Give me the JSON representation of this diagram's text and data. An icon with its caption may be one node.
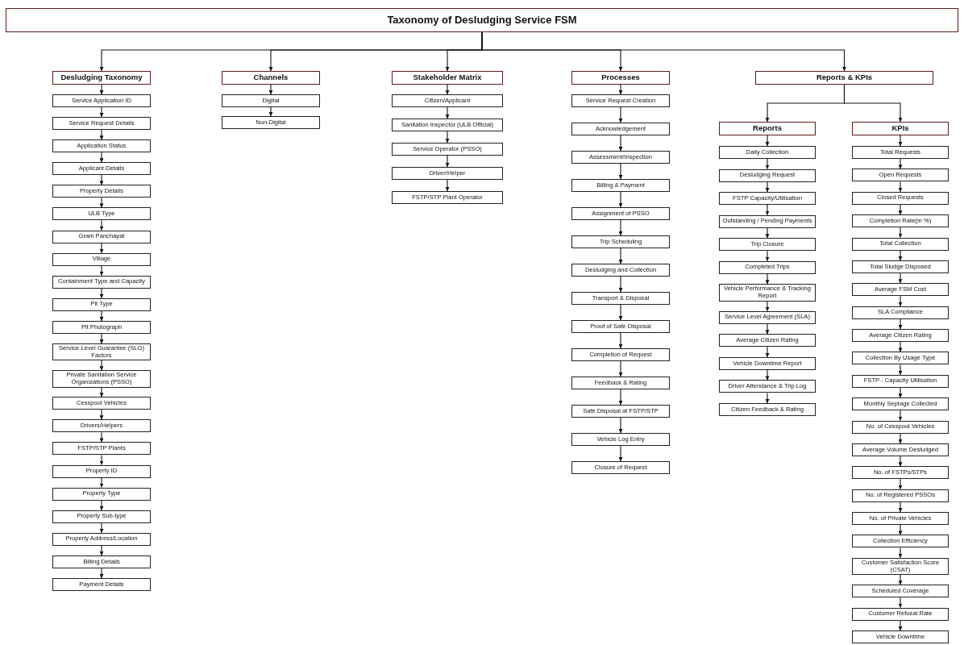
{
  "diagram": {
    "nodes": [
      {
        "text": [
          "Taxonomy of Desludging Service FSM"
        ]
      },
      {
        "text": [
          "Desludging Taxonomy"
        ]
      },
      {
        "text": [
          "Service Application ID"
        ]
      },
      {
        "text": [
          "Service Request Details"
        ]
      },
      {
        "text": [
          "Application Status"
        ]
      },
      {
        "text": [
          "Applicant Details"
        ]
      },
      {
        "text": [
          "Property Details"
        ]
      },
      {
        "text": [
          "ULB Type"
        ]
      },
      {
        "text": [
          "Gram Panchayat"
        ]
      },
      {
        "text": [
          "Village"
        ]
      },
      {
        "text": [
          "Containment Type and Capacity"
        ]
      },
      {
        "text": [
          "Pit Type"
        ]
      },
      {
        "text": [
          "Pit Photograph"
        ]
      },
      {
        "text": [
          "Service Level Guarantee (SLG) Factors"
        ]
      },
      {
        "text": [
          "Private Sanitation Service Organizations (PSSO)"
        ]
      },
      {
        "text": [
          "Cesspool Vehicles"
        ]
      },
      {
        "text": [
          "Drivers/Helpers"
        ]
      },
      {
        "text": [
          "FSTP/STP Plants"
        ]
      },
      {
        "text": [
          "Property ID"
        ]
      },
      {
        "text": [
          "Property Type"
        ]
      },
      {
        "text": [
          "Property Sub-type"
        ]
      },
      {
        "text": [
          "Property Address/Location"
        ]
      },
      {
        "text": [
          "Billing Details"
        ]
      },
      {
        "text": [
          "Payment Details"
        ]
      },
      {
        "text": [
          "Channels"
        ]
      },
      {
        "text": [
          "Digital"
        ]
      },
      {
        "text": [
          "Non-Digital"
        ]
      },
      {
        "text": [
          "Stakeholder Matrix"
        ]
      },
      {
        "text": [
          "Citizen/Applicant"
        ]
      },
      {
        "text": [
          "Sanitation Inspector (ULB Official)"
        ]
      },
      {
        "text": [
          "Service Operator (PSSO)"
        ]
      },
      {
        "text": [
          "Driver/Helper"
        ]
      },
      {
        "text": [
          "FSTP/STP Plant Operator"
        ]
      },
      {
        "text": [
          "Processes"
        ]
      },
      {
        "text": [
          "Service Request Creation"
        ]
      },
      {
        "text": [
          "Acknowledgement"
        ]
      },
      {
        "text": [
          "Assessment/Inspection"
        ]
      },
      {
        "text": [
          "Billing & Payment"
        ]
      },
      {
        "text": [
          "Assignment of PSSO"
        ]
      },
      {
        "text": [
          "Trip Scheduling"
        ]
      },
      {
        "text": [
          "Desludging and Collection"
        ]
      },
      {
        "text": [
          "Transport & Disposal"
        ]
      },
      {
        "text": [
          "Proof of Safe Disposal"
        ]
      },
      {
        "text": [
          "Completion of Request"
        ]
      },
      {
        "text": [
          "Feedback & Rating"
        ]
      },
      {
        "text": [
          "Safe Disposal at FSTP/STP"
        ]
      },
      {
        "text": [
          "Vehicle Log Entry"
        ]
      },
      {
        "text": [
          "Closure of Request"
        ]
      },
      {
        "text": [
          "Reports & KPIs"
        ]
      },
      {
        "text": [
          "Reports"
        ]
      },
      {
        "text": [
          "Daily Collection"
        ]
      },
      {
        "text": [
          "Desludging Request"
        ]
      },
      {
        "text": [
          "FSTP Capacity/Utilisation"
        ]
      },
      {
        "text": [
          "Outstanding / Pending Payments"
        ]
      },
      {
        "text": [
          "Trip Closure"
        ]
      },
      {
        "text": [
          "Completed Trips"
        ]
      },
      {
        "text": [
          "Vehicle Performance & Tracking Report"
        ]
      },
      {
        "text": [
          "Service Level Agreement (SLA)"
        ]
      },
      {
        "text": [
          "Average Citizen Rating"
        ]
      },
      {
        "text": [
          "Vehicle Downtime Report"
        ]
      },
      {
        "text": [
          "Driver Attendance & Trip Log"
        ]
      },
      {
        "text": [
          "Citizen Feedback & Rating"
        ]
      },
      {
        "text": [
          "KPIs"
        ]
      },
      {
        "text": [
          "Total Requests"
        ]
      },
      {
        "text": [
          "Open Requests"
        ]
      },
      {
        "text": [
          "Closed Requests"
        ]
      },
      {
        "text": [
          "Completion Rate(in %)"
        ]
      },
      {
        "text": [
          "Total Collection"
        ]
      },
      {
        "text": [
          "Total Sludge Disposed"
        ]
      },
      {
        "text": [
          "Average FSM Cost"
        ]
      },
      {
        "text": [
          "SLA Compliance"
        ]
      },
      {
        "text": [
          "Average Citizen Rating"
        ]
      },
      {
        "text": [
          "Collection By Usage Type"
        ]
      },
      {
        "text": [
          "FSTP - Capacity Utilisation"
        ]
      },
      {
        "text": [
          "Monthly Septage Collected"
        ]
      },
      {
        "text": [
          "No. of Cesspool Vehicles"
        ]
      },
      {
        "text": [
          "Average Volume Desludged"
        ]
      },
      {
        "text": [
          "No. of FSTPs/STPs"
        ]
      },
      {
        "text": [
          "No. of Registered PSSOs"
        ]
      },
      {
        "text": [
          "No. of Private Vehicles"
        ]
      },
      {
        "text": [
          "Collection Efficiency"
        ]
      },
      {
        "text": [
          "Customer Satisfaction Score (CSAT)"
        ]
      },
      {
        "text": [
          "Scheduled Coverage"
        ]
      },
      {
        "text": [
          "Customer Refusal Rate"
        ]
      },
      {
        "text": [
          "Vehicle Downtime"
        ]
      }
    ],
    "edges": [
      {
        "from": 0,
        "to": 1,
        "arrow": "to"
      },
      {
        "from": 0,
        "to": 24,
        "arrow": "to"
      },
      {
        "from": 0,
        "to": 27,
        "arrow": "to"
      },
      {
        "from": 0,
        "to": 33,
        "arrow": "to"
      },
      {
        "from": 0,
        "to": 48,
        "arrow": "to"
      },
      {
        "from": 1,
        "to": 2,
        "arrow": "to"
      },
      {
        "from": 2,
        "to": 3,
        "arrow": "to"
      },
      {
        "from": 3,
        "to": 4,
        "arrow": "to"
      },
      {
        "from": 4,
        "to": 5,
        "arrow": "to"
      },
      {
        "from": 5,
        "to": 6,
        "arrow": "to"
      },
      {
        "from": 6,
        "to": 7,
        "arrow": "to"
      },
      {
        "from": 7,
        "to": 8,
        "arrow": "to"
      },
      {
        "from": 8,
        "to": 9,
        "arrow": "to"
      },
      {
        "from": 9,
        "to": 10,
        "arrow": "to"
      },
      {
        "from": 10,
        "to": 11,
        "arrow": "to"
      },
      {
        "from": 11,
        "to": 12,
        "arrow": "to"
      },
      {
        "from": 12,
        "to": 13,
        "arrow": "to"
      },
      {
        "from": 13,
        "to": 14,
        "arrow": "to"
      },
      {
        "from": 14,
        "to": 15,
        "arrow": "to"
      },
      {
        "from": 15,
        "to": 16,
        "arrow": "to"
      },
      {
        "from": 16,
        "to": 17,
        "arrow": "to"
      },
      {
        "from": 17,
        "to": 18,
        "arrow": "to"
      },
      {
        "from": 18,
        "to": 19,
        "arrow": "to"
      },
      {
        "from": 19,
        "to": 20,
        "arrow": "to"
      },
      {
        "from": 20,
        "to": 21,
        "arrow": "to"
      },
      {
        "from": 21,
        "to": 22,
        "arrow": "to"
      },
      {
        "from": 22,
        "to": 23,
        "arrow": "to"
      },
      {
        "from": 24,
        "to": 25,
        "arrow": "to"
      },
      {
        "from": 25,
        "to": 26,
        "arrow": "to"
      },
      {
        "from": 27,
        "to": 28,
        "arrow": "to"
      },
      {
        "from": 28,
        "to": 29,
        "arrow": "to"
      },
      {
        "from": 29,
        "to": 30,
        "arrow": "to"
      },
      {
        "from": 30,
        "to": 31,
        "arrow": "to"
      },
      {
        "from": 31,
        "to": 32,
        "arrow": "to"
      },
      {
        "from": 33,
        "to": 34,
        "arrow": "to"
      },
      {
        "from": 34,
        "to": 35,
        "arrow": "to"
      },
      {
        "from": 35,
        "to": 36,
        "arrow": "to"
      },
      {
        "from": 36,
        "to": 37,
        "arrow": "to"
      },
      {
        "from": 37,
        "to": 38,
        "arrow": "to"
      },
      {
        "from": 38,
        "to": 39,
        "arrow": "to"
      },
      {
        "from": 39,
        "to": 40,
        "arrow": "to"
      },
      {
        "from": 40,
        "to": 41,
        "arrow": "to"
      },
      {
        "from": 41,
        "to": 42,
        "arrow": "to"
      },
      {
        "from": 42,
        "to": 43,
        "arrow": "to"
      },
      {
        "from": 43,
        "to": 44,
        "arrow": "to"
      },
      {
        "from": 44,
        "to": 45,
        "arrow": "to"
      },
      {
        "from": 45,
        "to": 46,
        "arrow": "to"
      },
      {
        "from": 46,
        "to": 47,
        "arrow": "to"
      },
      {
        "from": 48,
        "to": 49,
        "arrow": "to"
      },
      {
        "from": 48,
        "to": 62,
        "arrow": "to"
      },
      {
        "from": 49,
        "to": 50,
        "arrow": "to"
      },
      {
        "from": 50,
        "to": 51,
        "arrow": "to"
      },
      {
        "from": 51,
        "to": 52,
        "arrow": "to"
      },
      {
        "from": 52,
        "to": 53,
        "arrow": "to"
      },
      {
        "from": 53,
        "to": 54,
        "arrow": "to"
      },
      {
        "from": 54,
        "to": 55,
        "arrow": "to"
      },
      {
        "from": 55,
        "to": 56,
        "arrow": "to"
      },
      {
        "from": 56,
        "to": 57,
        "arrow": "to"
      },
      {
        "from": 57,
        "to": 58,
        "arrow": "to"
      },
      {
        "from": 58,
        "to": 59,
        "arrow": "to"
      },
      {
        "from": 59,
        "to": 60,
        "arrow": "to"
      },
      {
        "from": 60,
        "to": 61,
        "arrow": "to"
      },
      {
        "from": 62,
        "to": 63,
        "arrow": "to"
      },
      {
        "from": 63,
        "to": 64,
        "arrow": "to"
      },
      {
        "from": 64,
        "to": 65,
        "arrow": "to"
      },
      {
        "from": 65,
        "to": 66,
        "arrow": "to"
      },
      {
        "from": 66,
        "to": 67,
        "arrow": "to"
      },
      {
        "from": 67,
        "to": 68,
        "arrow": "to"
      },
      {
        "from": 68,
        "to": 69,
        "arrow": "to"
      },
      {
        "from": 69,
        "to": 70,
        "arrow": "to"
      },
      {
        "from": 70,
        "to": 71,
        "arrow": "to"
      },
      {
        "from": 71,
        "to": 72,
        "arrow": "to"
      },
      {
        "from": 72,
        "to": 73,
        "arrow": "to"
      },
      {
        "from": 73,
        "to": 74,
        "arrow": "to"
      },
      {
        "from": 74,
        "to": 75,
        "arrow": "to"
      },
      {
        "from": 75,
        "to": 76,
        "arrow": "to"
      },
      {
        "from": 76,
        "to": 77,
        "arrow": "to"
      },
      {
        "from": 77,
        "to": 78,
        "arrow": "to"
      },
      {
        "from": 78,
        "to": 79,
        "arrow": "to"
      },
      {
        "from": 79,
        "to": 80,
        "arrow": "to"
      },
      {
        "from": 80,
        "to": 81,
        "arrow": "to"
      },
      {
        "from": 81,
        "to": 82,
        "arrow": "to"
      },
      {
        "from": 82,
        "to": 83,
        "arrow": "to"
      },
      {
        "from": 83,
        "to": 84,
        "arrow": "to"
      }
    ]
  }
}
